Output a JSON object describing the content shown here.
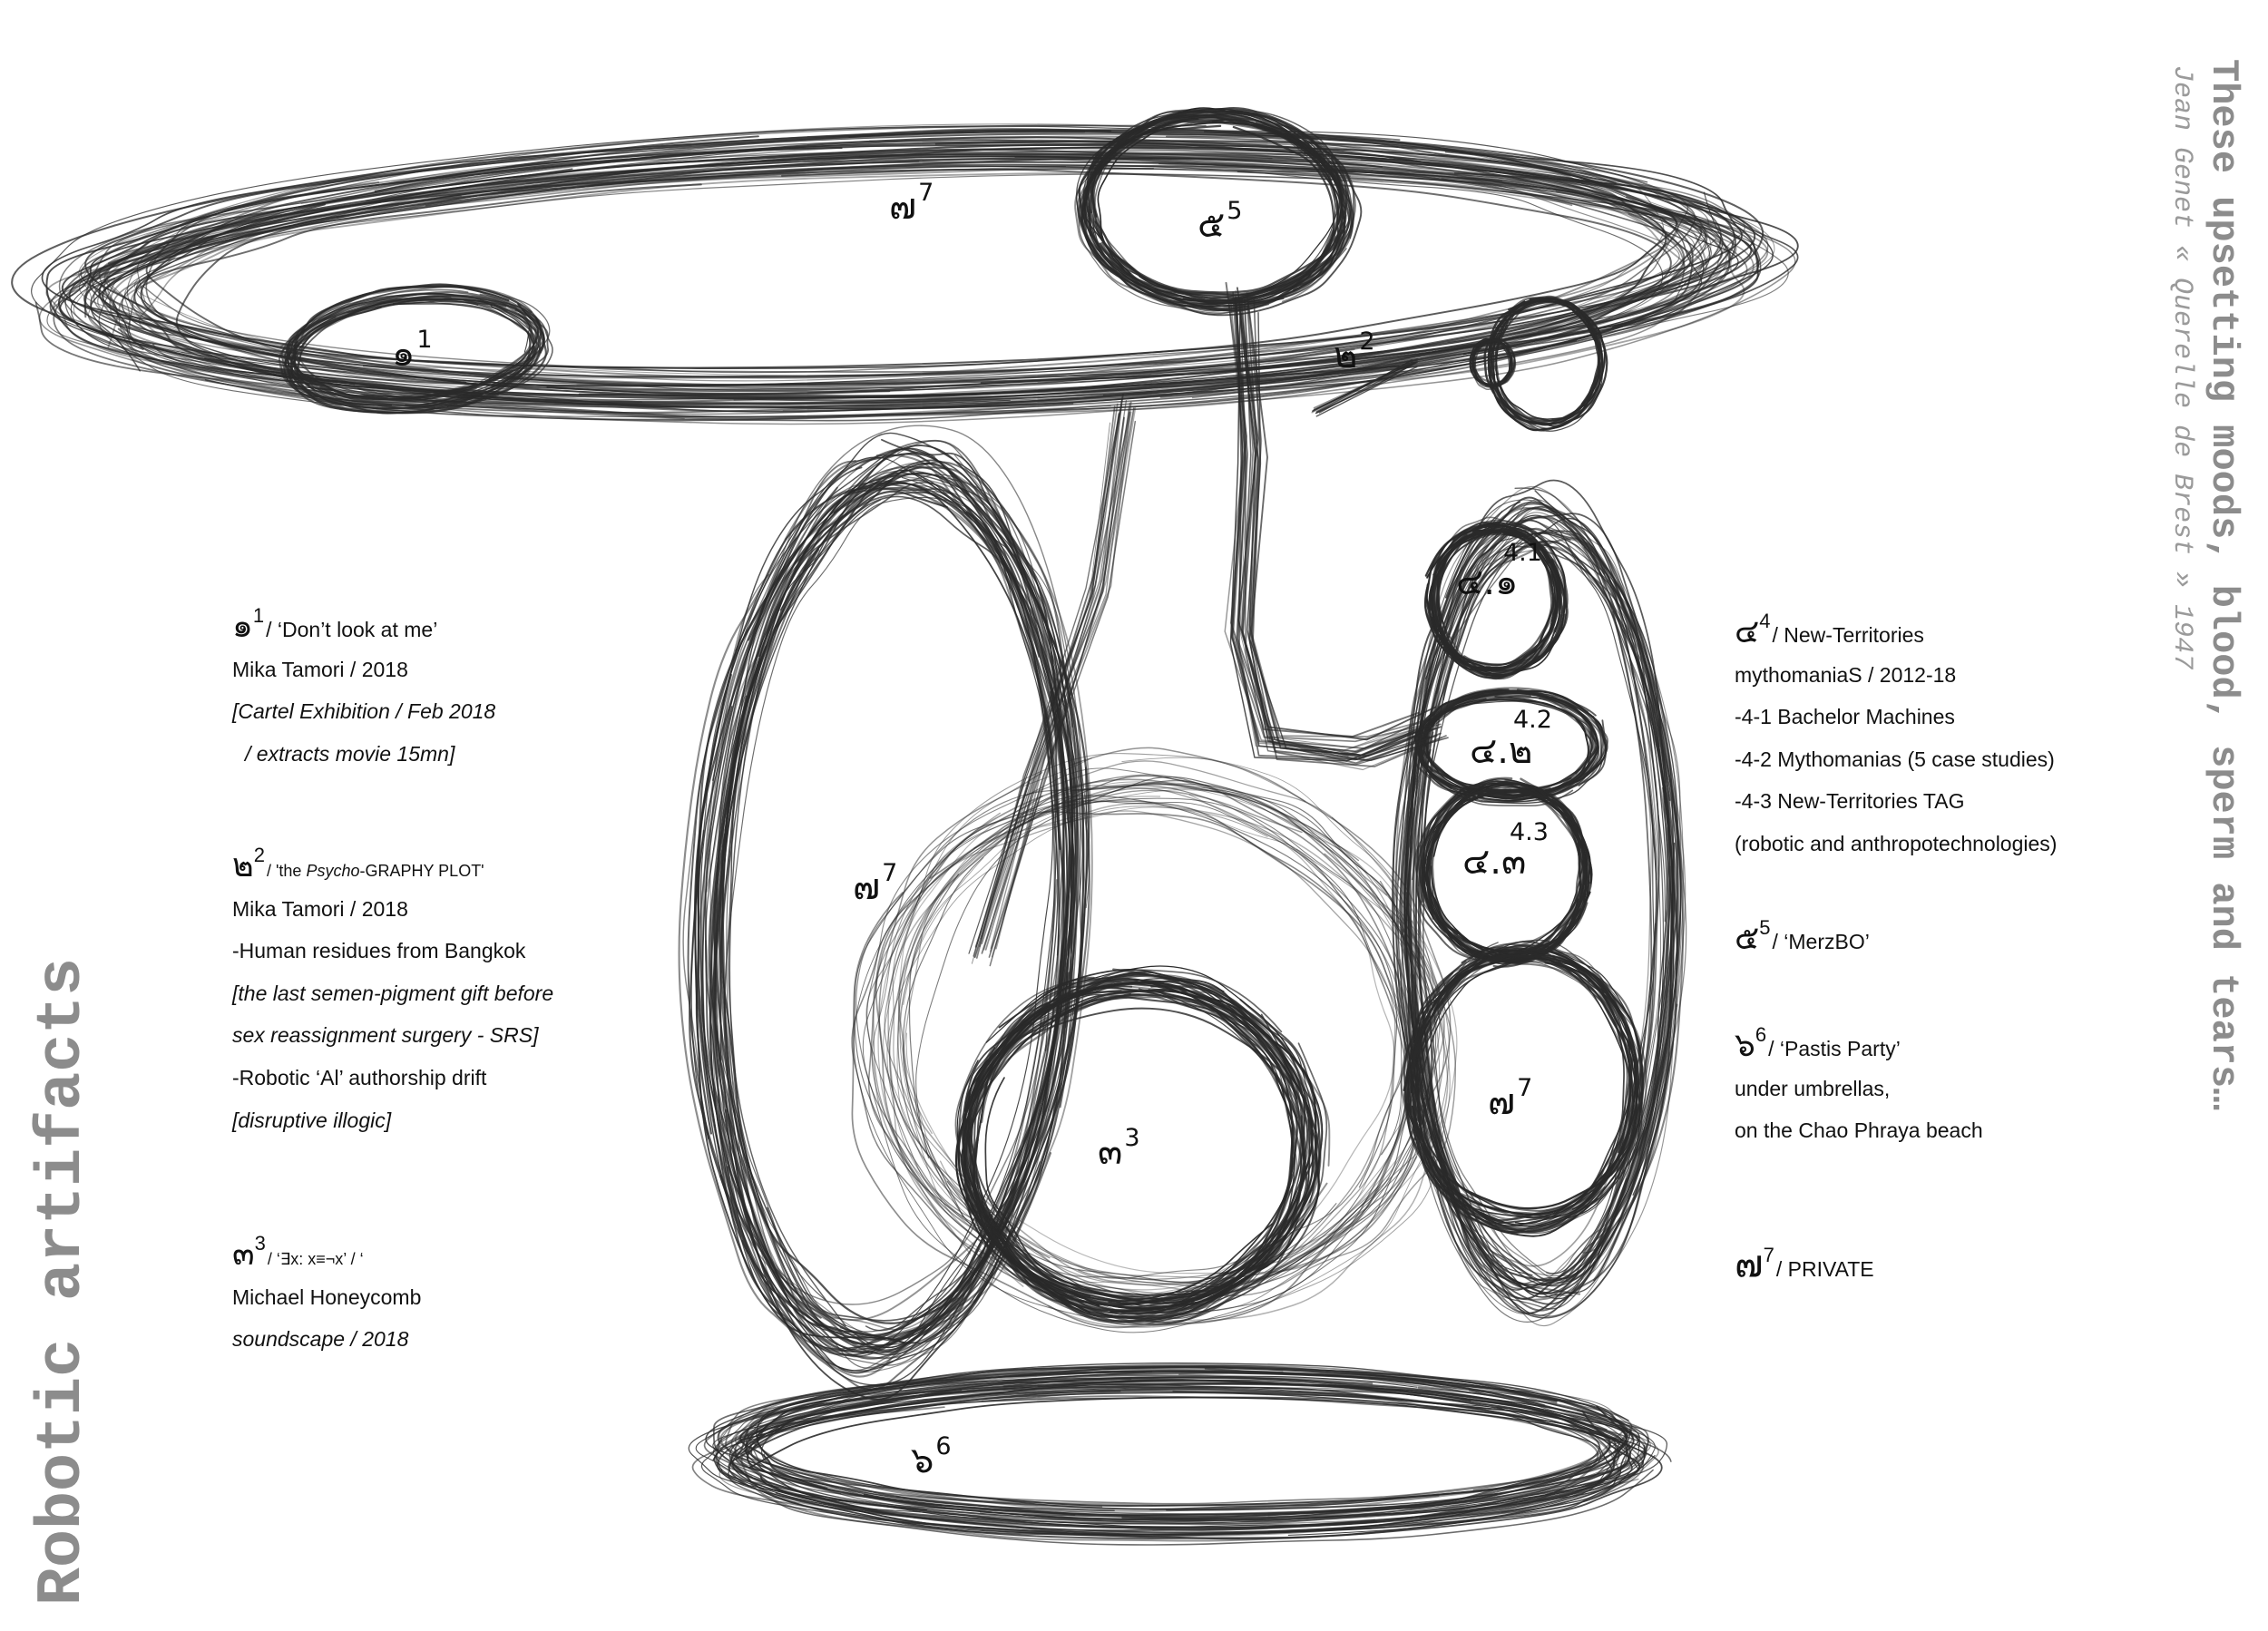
{
  "side_title": "Robotic artifacts",
  "quote": {
    "line": "These upsetting moods, blood, sperm and tears…",
    "attribution": "Jean Genet « Querelle de Brest » 1947"
  },
  "labels": [
    {
      "glyph": "๑",
      "num": "1"
    },
    {
      "glyph": "๒",
      "num": "2"
    },
    {
      "glyph": "๓",
      "num": "3"
    },
    {
      "glyph": "๔.๑",
      "num": "4.1"
    },
    {
      "glyph": "๔.๒",
      "num": "4.2"
    },
    {
      "glyph": "๔.๓",
      "num": "4.3"
    },
    {
      "glyph": "๕",
      "num": "5"
    },
    {
      "glyph": "๖",
      "num": "6"
    },
    {
      "glyph": "๗",
      "num": "7"
    },
    {
      "glyph": "๗",
      "num": "7"
    },
    {
      "glyph": "๗",
      "num": "7"
    }
  ],
  "legend_left": {
    "item1": {
      "glyph": "๑",
      "num": "1",
      "title": "/ ‘Don’t look at me’",
      "lines": [
        "Mika Tamori / 2018",
        "[Cartel Exhibition / Feb 2018",
        "/ extracts movie 15mn]"
      ]
    },
    "item2": {
      "glyph": "๒",
      "num": "2",
      "title_pre": "/ 'the ",
      "title_em": "Psycho",
      "title_post": "-GRAPHY PLOT'",
      "lines": [
        "Mika Tamori  / 2018",
        "-Human residues from Bangkok",
        "[the last semen-pigment  gift before",
        "sex reassignment surgery - SRS]",
        "-Robotic ‘Al’ authorship drift",
        "[disruptive illogic]"
      ]
    },
    "item3": {
      "glyph": "๓",
      "num": "3",
      "title": "/  ‘∃x: x≡¬x’ / ‘",
      "lines": [
        "Michael Honeycomb",
        "soundscape / 2018"
      ]
    }
  },
  "legend_right": {
    "item4": {
      "glyph": "๔",
      "num": "4",
      "title": "/ New-Territories",
      "lines": [
        "mythomaniaS / 2012-18",
        "-4-1 Bachelor Machines",
        "-4-2 Mythomanias (5 case studies)",
        "-4-3 New-Territories TAG",
        "(robotic and anthropotechnologies)"
      ]
    },
    "item5": {
      "glyph": "๕",
      "num": "5",
      "title": "/ ‘MerzBO’"
    },
    "item6": {
      "glyph": "๖",
      "num": "6",
      "title": "/ ‘Pastis Party’",
      "lines": [
        "under umbrellas,",
        "on the Chao Phraya beach"
      ]
    },
    "item7": {
      "glyph": "๗",
      "num": "7",
      "title": "/ PRIVATE"
    }
  }
}
